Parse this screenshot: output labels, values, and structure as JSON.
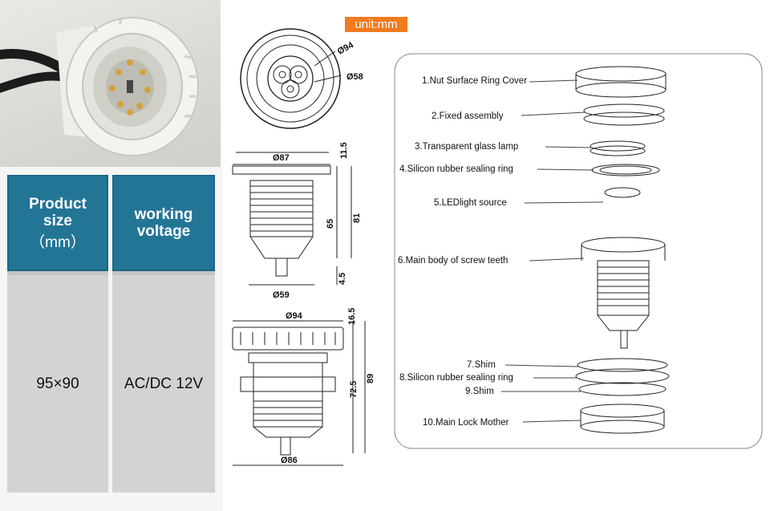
{
  "unit_badge": "unit:mm",
  "spec_table": {
    "headers": [
      {
        "line1": "Product",
        "line2": "size",
        "line3": "（mm）"
      },
      {
        "line1": "working",
        "line2": "voltage",
        "line3": ""
      }
    ],
    "values": [
      "95×90",
      "AC/DC 12V"
    ]
  },
  "dimensions": {
    "top_view": {
      "outer": "Ø94",
      "inner": "Ø58"
    },
    "side_view_1": {
      "top": "Ø87",
      "bottom": "Ø59",
      "h1": "11.5",
      "h2": "65",
      "h3": "81",
      "h4": "4.5"
    },
    "side_view_2": {
      "top": "Ø94",
      "bottom": "Ø86",
      "h1": "16.5",
      "h2": "72.5",
      "h3": "89"
    }
  },
  "parts": [
    "1.Nut Surface Ring Cover",
    "2.Fixed assembly",
    "3.Transparent glass lamp",
    "4.Silicon rubber sealing ring",
    "5.LEDlight source",
    "6.Main body of screw teeth",
    "7.Shim",
    "8.Silicon rubber sealing ring",
    "9.Shim",
    "10.Main Lock Mother"
  ],
  "colors": {
    "header_blue": "#237596",
    "badge_orange": "#f07a1c",
    "cell_grey": "#d3d3d3"
  }
}
